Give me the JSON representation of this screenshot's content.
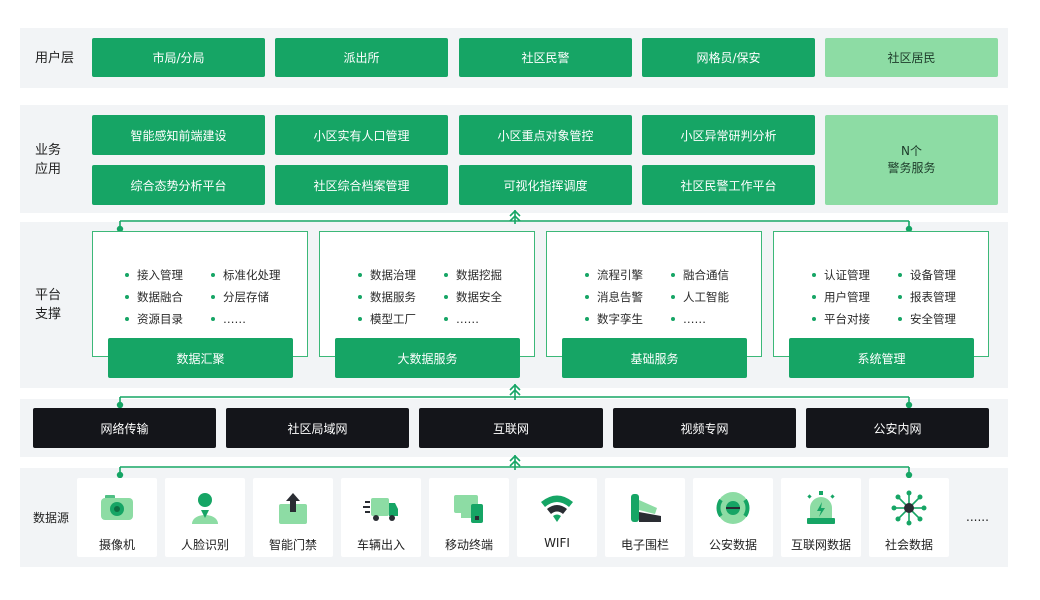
{
  "colors": {
    "green": "#16a565",
    "light_green": "#8ddca4",
    "dark": "#14151a",
    "band_bg": "#f2f4f6"
  },
  "user_layer": {
    "label": "用户层",
    "items": [
      "市局/分局",
      "派出所",
      "社区民警",
      "网格员/保安",
      "社区居民"
    ]
  },
  "business_layer": {
    "label_line1": "业务",
    "label_line2": "应用",
    "row1": [
      "智能感知前端建设",
      "小区实有人口管理",
      "小区重点对象管控",
      "小区异常研判分析"
    ],
    "row2": [
      "综合态势分析平台",
      "社区综合档案管理",
      "可视化指挥调度",
      "社区民警工作平台"
    ],
    "side_line1": "N个",
    "side_line2": "警务服务"
  },
  "platform_layer": {
    "label_line1": "平台",
    "label_line2": "支撑",
    "cards": [
      {
        "title": "数据汇聚",
        "col1": [
          "接入管理",
          "数据融合",
          "资源目录"
        ],
        "col2": [
          "标准化处理",
          "分层存储",
          "……"
        ]
      },
      {
        "title": "大数据服务",
        "col1": [
          "数据治理",
          "数据服务",
          "模型工厂"
        ],
        "col2": [
          "数据挖掘",
          "数据安全",
          "……"
        ]
      },
      {
        "title": "基础服务",
        "col1": [
          "流程引擎",
          "消息告警",
          "数字孪生"
        ],
        "col2": [
          "融合通信",
          "人工智能",
          "……"
        ]
      },
      {
        "title": "系统管理",
        "col1": [
          "认证管理",
          "用户管理",
          "平台对接"
        ],
        "col2": [
          "设备管理",
          "报表管理",
          "安全管理"
        ]
      }
    ]
  },
  "network_layer": {
    "items": [
      "网络传输",
      "社区局域网",
      "互联网",
      "视频专网",
      "公安内网"
    ]
  },
  "data_layer": {
    "label": "数据源",
    "items": [
      {
        "label": "摄像机",
        "icon": "camera-icon"
      },
      {
        "label": "人脸识别",
        "icon": "face-recognition-icon"
      },
      {
        "label": "智能门禁",
        "icon": "access-control-icon"
      },
      {
        "label": "车辆出入",
        "icon": "vehicle-icon"
      },
      {
        "label": "移动终端",
        "icon": "mobile-terminal-icon"
      },
      {
        "label": "WIFI",
        "icon": "wifi-icon"
      },
      {
        "label": "电子围栏",
        "icon": "electronic-fence-icon"
      },
      {
        "label": "公安数据",
        "icon": "police-data-icon"
      },
      {
        "label": "互联网数据",
        "icon": "internet-data-icon"
      },
      {
        "label": "社会数据",
        "icon": "social-data-icon"
      }
    ],
    "more": "......"
  }
}
